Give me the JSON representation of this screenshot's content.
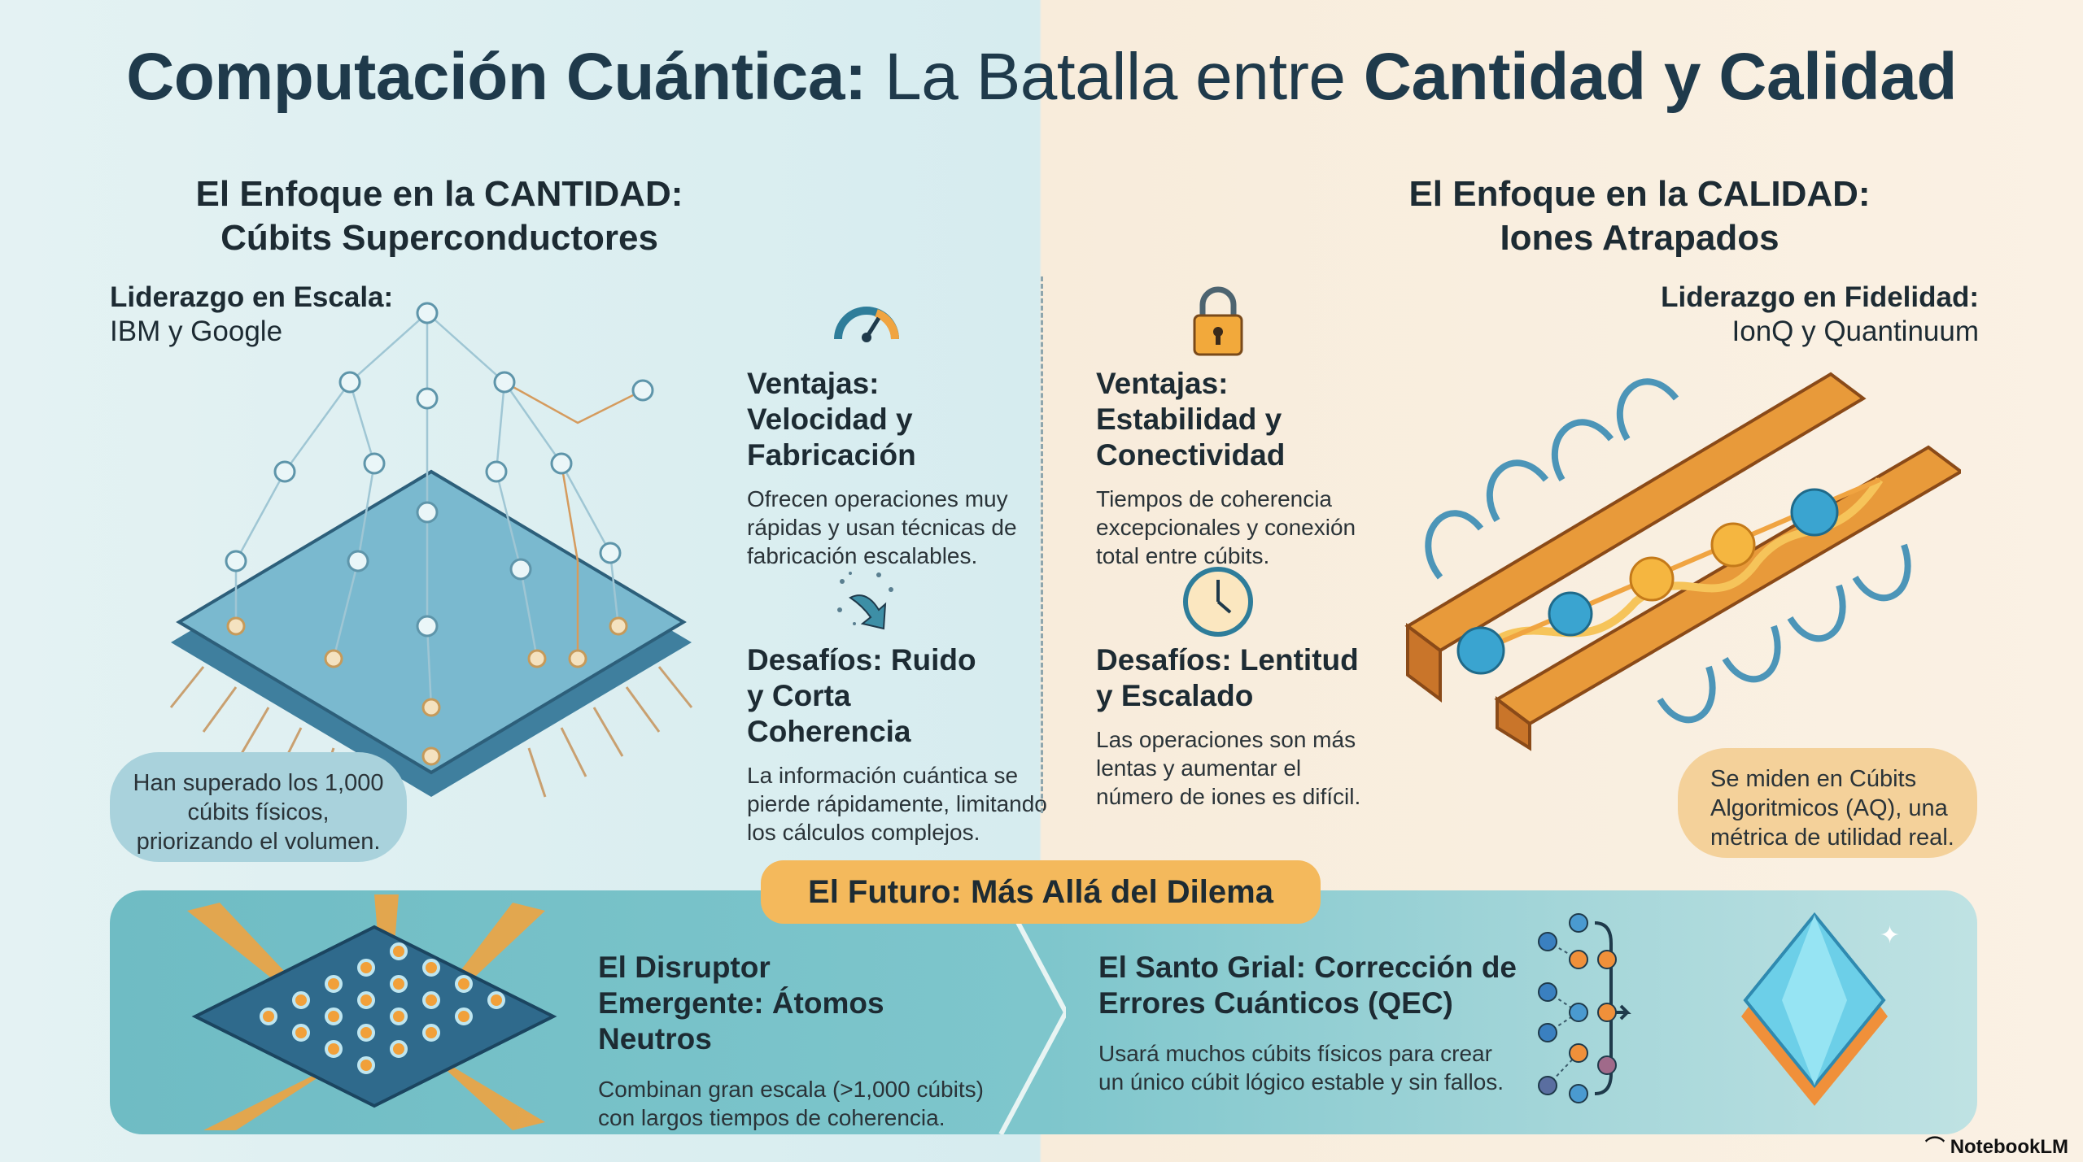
{
  "title": {
    "part1": "Computación Cuántica:",
    "part2": " La Batalla entre ",
    "part3": "Cantidad y Calidad"
  },
  "left": {
    "heading": [
      "El Enfoque en la CANTIDAD:",
      "Cúbits Superconductores"
    ],
    "leader_label": "Liderazgo en Escala:",
    "leader_value": "IBM y Google",
    "advantages": {
      "title": "Ventajas: Velocidad y Fabricación",
      "body": "Ofrecen operaciones muy rápidas y usan técnicas de fabricación escalables."
    },
    "challenges": {
      "title": "Desafíos: Ruido y Corta Coherencia",
      "body": "La información cuántica se pierde rápidamente, limitando los cálculos complejos."
    },
    "bubble": "Han superado los 1,000 cúbits físicos, priorizando el volumen."
  },
  "right": {
    "heading": [
      "El Enfoque en la CALIDAD:",
      "Iones Atrapados"
    ],
    "leader_label": "Liderazgo en Fidelidad:",
    "leader_value": "IonQ y Quantinuum",
    "advantages": {
      "title": "Ventajas: Estabilidad y Conectividad",
      "body": "Tiempos de coherencia excepcionales y conexión total entre cúbits."
    },
    "challenges": {
      "title": "Desafíos: Lentitud y Escalado",
      "body": "Las operaciones son más lentas y aumentar el número de iones es difícil."
    },
    "bubble": "Se miden en Cúbits Algoritmicos (AQ), una métrica de utilidad real."
  },
  "future": {
    "badge": "El Futuro: Más Allá del Dilema",
    "neutral": {
      "title": "El Disruptor Emergente: Átomos Neutros",
      "body": "Combinan gran escala (>1,000 cúbits) con largos tiempos de coherencia."
    },
    "qec": {
      "title": "El Santo Grial: Corrección de Errores Cuánticos (QEC)",
      "body": "Usará muchos cúbits físicos para crear un único cúbit lógico estable y sin fallos."
    }
  },
  "watermark": "NotebookLM",
  "colors": {
    "teal": "#3d8fa6",
    "orange": "#f0a441",
    "navy": "#1f3a4b"
  }
}
